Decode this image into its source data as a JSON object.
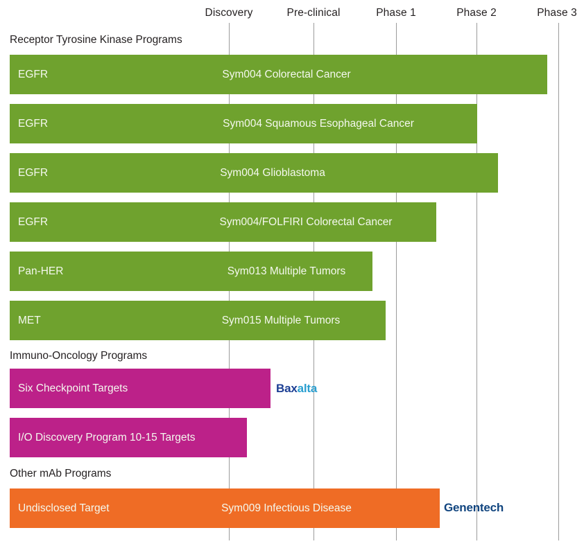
{
  "chart_data": {
    "type": "bar",
    "title": "",
    "xlabel": "",
    "ylabel": "",
    "orientation": "horizontal",
    "grid": true,
    "legend_position": "none",
    "phases": [
      "Discovery",
      "Pre-clinical",
      "Phase 1",
      "Phase 2",
      "Phase 3"
    ],
    "sections": [
      {
        "heading": "Receptor Tyrosine Kinase Programs",
        "color": "#6fa22e",
        "rows": [
          {
            "target": "EGFR",
            "program": "Sym004 Colorectal Cancer",
            "stage_end": "Phase 2+",
            "partner": ""
          },
          {
            "target": "EGFR",
            "program": "Sym004 Squamous Esophageal Cancer",
            "stage_end": "Phase 2",
            "partner": ""
          },
          {
            "target": "EGFR",
            "program": "Sym004 Glioblastoma",
            "stage_end": "Phase 2",
            "partner": ""
          },
          {
            "target": "EGFR",
            "program": "Sym004/FOLFIRI Colorectal Cancer",
            "stage_end": "Phase 1+",
            "partner": ""
          },
          {
            "target": "Pan-HER",
            "program": "Sym013 Multiple Tumors",
            "stage_end": "Phase 1",
            "partner": ""
          },
          {
            "target": "MET",
            "program": "Sym015 Multiple Tumors",
            "stage_end": "Phase 1",
            "partner": ""
          }
        ]
      },
      {
        "heading": "Immuno-Oncology Programs",
        "color": "#bc2189",
        "rows": [
          {
            "target": "Six Checkpoint Targets",
            "program": "",
            "stage_end": "Discovery",
            "partner": "Baxalta"
          },
          {
            "target": "I/O Discovery Program 10-15 Targets",
            "program": "",
            "stage_end": "Discovery",
            "partner": ""
          }
        ]
      },
      {
        "heading": "Other mAb Programs",
        "color": "#ef6c25",
        "rows": [
          {
            "target": "Undisclosed Target",
            "program": "Sym009 Infectious Disease",
            "stage_end": "Phase 1+",
            "partner": "Genentech"
          }
        ]
      }
    ]
  },
  "header": {
    "phase_1": "Discovery",
    "phase_2": "Pre-clinical",
    "phase_3": "Phase 1",
    "phase_4": "Phase 2",
    "phase_5": "Phase 3"
  },
  "sections": {
    "rtk_heading": "Receptor Tyrosine Kinase Programs",
    "io_heading": "Immuno-Oncology Programs",
    "other_heading": "Other mAb Programs"
  },
  "bars": {
    "r1_target": "EGFR",
    "r1_program": "Sym004 Colorectal Cancer",
    "r2_target": "EGFR",
    "r2_program": "Sym004 Squamous Esophageal Cancer",
    "r3_target": "EGFR",
    "r3_program": "Sym004 Glioblastoma",
    "r4_target": "EGFR",
    "r4_program": "Sym004/FOLFIRI Colorectal Cancer",
    "r5_target": "Pan-HER",
    "r5_program": "Sym013 Multiple Tumors",
    "r6_target": "MET",
    "r6_program": "Sym015 Multiple Tumors",
    "r7_target": "Six Checkpoint Targets",
    "r8_target": "I/O Discovery Program 10-15 Targets",
    "r9_target": "Undisclosed Target",
    "r9_program": "Sym009 Infectious Disease"
  },
  "partners": {
    "baxalta_a": "Bax",
    "baxalta_b": "alta",
    "genentech": "Genentech"
  },
  "colors": {
    "green": "#6fa22e",
    "magenta": "#bc2189",
    "orange": "#ef6c25",
    "gridline": "#9b9b9b",
    "text_dark": "#231f20",
    "text_light": "#f4f8ee",
    "baxalta_navy": "#1c3f94",
    "baxalta_blue": "#2a9fd0",
    "genentech_blue": "#11457f"
  }
}
